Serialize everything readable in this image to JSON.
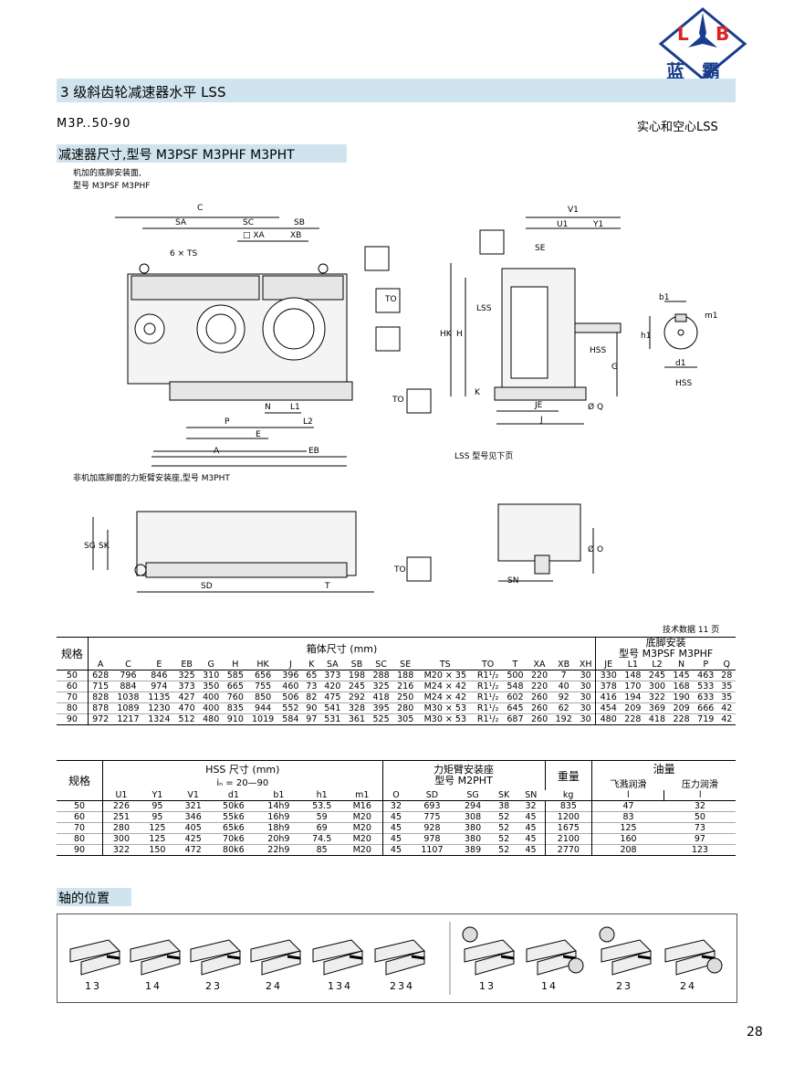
{
  "logo": {
    "letters": "L B",
    "text": "蓝 霸"
  },
  "header": {
    "title": "3 级斜齿轮减速器水平 LSS"
  },
  "model_range": "M3P..50-90",
  "model_note": "实心和空心LSS",
  "section": {
    "title": "减速器尺寸,型号 M3PSF M3PHF M3PHT",
    "note1": "机加的底脚安装面,",
    "note2": "型号 M3PSF  M3PHF",
    "note3": "非机加底脚面的力矩臂安装座,型号 M3PHT",
    "lss_note": "LSS  型号见下页"
  },
  "labels": {
    "C": "C",
    "SA": "SA",
    "SC": "SC",
    "SB": "SB",
    "XA": "□ XA",
    "XB": "XB",
    "XH": "XH",
    "TS": "6 × TS",
    "TO": "TO",
    "N": "N",
    "L1": "L1",
    "L2": "L2",
    "P": "P",
    "E": "E",
    "A": "A",
    "EB": "EB",
    "V1": "V1",
    "U1": "U1",
    "Y1": "Y1",
    "SE": "SE",
    "LSS": "LSS",
    "HK": "HK",
    "H": "H",
    "HSS": "HSS",
    "G": "G",
    "K": "K",
    "JE": "JE",
    "J": "J",
    "Q": "Ø Q",
    "b1": "b1",
    "m1": "m1",
    "h1": "h1",
    "d1": "d1",
    "HSS2": "HSS",
    "SG": "SG",
    "SK": "SK",
    "SD": "SD",
    "T": "T",
    "O": "Ø O",
    "SN": "SN"
  },
  "tech_note": "技术数据 11 页",
  "table1": {
    "h_size": "规格",
    "h_box": "箱体尺寸 (mm)",
    "h_foot": "底脚安装",
    "h_foot2": "型号 M3PSF M3PHF",
    "columns": [
      "A",
      "C",
      "E",
      "EB",
      "G",
      "H",
      "HK",
      "J",
      "K",
      "SA",
      "SB",
      "SC",
      "SE",
      "TS",
      "TO",
      "T",
      "XA",
      "XB",
      "XH",
      "JE",
      "L1",
      "L2",
      "N",
      "P",
      "Q"
    ],
    "rows": [
      {
        "size": "50",
        "vals": [
          "628",
          "796",
          "846",
          "325",
          "310",
          "585",
          "656",
          "396",
          "65",
          "373",
          "198",
          "288",
          "188",
          "M20 × 35",
          "R1¹/₂",
          "500",
          "220",
          "7",
          "30",
          "330",
          "148",
          "245",
          "145",
          "463",
          "28"
        ]
      },
      {
        "size": "60",
        "vals": [
          "715",
          "884",
          "974",
          "373",
          "350",
          "665",
          "755",
          "460",
          "73",
          "420",
          "245",
          "325",
          "216",
          "M24 × 42",
          "R1¹/₂",
          "548",
          "220",
          "40",
          "30",
          "378",
          "170",
          "300",
          "168",
          "533",
          "35"
        ]
      },
      {
        "size": "70",
        "vals": [
          "828",
          "1038",
          "1135",
          "427",
          "400",
          "760",
          "850",
          "506",
          "82",
          "475",
          "292",
          "418",
          "250",
          "M24 × 42",
          "R1¹/₂",
          "602",
          "260",
          "92",
          "30",
          "416",
          "194",
          "322",
          "190",
          "633",
          "35"
        ]
      },
      {
        "size": "80",
        "vals": [
          "878",
          "1089",
          "1230",
          "470",
          "400",
          "835",
          "944",
          "552",
          "90",
          "541",
          "328",
          "395",
          "280",
          "M30 × 53",
          "R1¹/₂",
          "645",
          "260",
          "62",
          "30",
          "454",
          "209",
          "369",
          "209",
          "666",
          "42"
        ]
      },
      {
        "size": "90",
        "vals": [
          "972",
          "1217",
          "1324",
          "512",
          "480",
          "910",
          "1019",
          "584",
          "97",
          "531",
          "361",
          "525",
          "305",
          "M30 × 53",
          "R1¹/₂",
          "687",
          "260",
          "192",
          "30",
          "480",
          "228",
          "418",
          "228",
          "719",
          "42"
        ]
      }
    ]
  },
  "table2": {
    "h_size": "规格",
    "h_hss": "HSS 尺寸 (mm)",
    "h_ratio": "iₙ  = 20—90",
    "h_torque": "力矩臂安装座",
    "h_torque2": "型号 M2PHT",
    "h_weight": "重量",
    "h_oil": "油量",
    "h_splash": "飞溅润滑",
    "h_press": "压力润滑",
    "columns": [
      "U1",
      "Y1",
      "V1",
      "d1",
      "b1",
      "h1",
      "m1",
      "O",
      "SD",
      "SG",
      "SK",
      "SN",
      "kg",
      "l",
      "l"
    ],
    "rows": [
      {
        "size": "50",
        "vals": [
          "226",
          "95",
          "321",
          "50k6",
          "14h9",
          "53.5",
          "M16",
          "32",
          "693",
          "294",
          "38",
          "32",
          "835",
          "47",
          "32"
        ]
      },
      {
        "size": "60",
        "vals": [
          "251",
          "95",
          "346",
          "55k6",
          "16h9",
          "59",
          "M20",
          "45",
          "775",
          "308",
          "52",
          "45",
          "1200",
          "83",
          "50"
        ]
      },
      {
        "size": "70",
        "vals": [
          "280",
          "125",
          "405",
          "65k6",
          "18h9",
          "69",
          "M20",
          "45",
          "928",
          "380",
          "52",
          "45",
          "1675",
          "125",
          "73"
        ]
      },
      {
        "size": "80",
        "vals": [
          "300",
          "125",
          "425",
          "70k6",
          "20h9",
          "74.5",
          "M20",
          "45",
          "978",
          "380",
          "52",
          "45",
          "2100",
          "160",
          "97"
        ]
      },
      {
        "size": "90",
        "vals": [
          "322",
          "150",
          "472",
          "80k6",
          "22h9",
          "85",
          "M20",
          "45",
          "1107",
          "389",
          "52",
          "45",
          "2770",
          "208",
          "123"
        ]
      }
    ]
  },
  "shaft_section": {
    "title": "轴的位置",
    "positions": [
      "13",
      "14",
      "23",
      "24",
      "134",
      "234",
      "13",
      "14",
      "23",
      "24"
    ]
  },
  "page_number": "28",
  "colors": {
    "accent_bar": "#cfe4ee",
    "row_stripe": "#ffffff",
    "logo_blue": "#1a3c8c",
    "logo_red": "#d22"
  }
}
